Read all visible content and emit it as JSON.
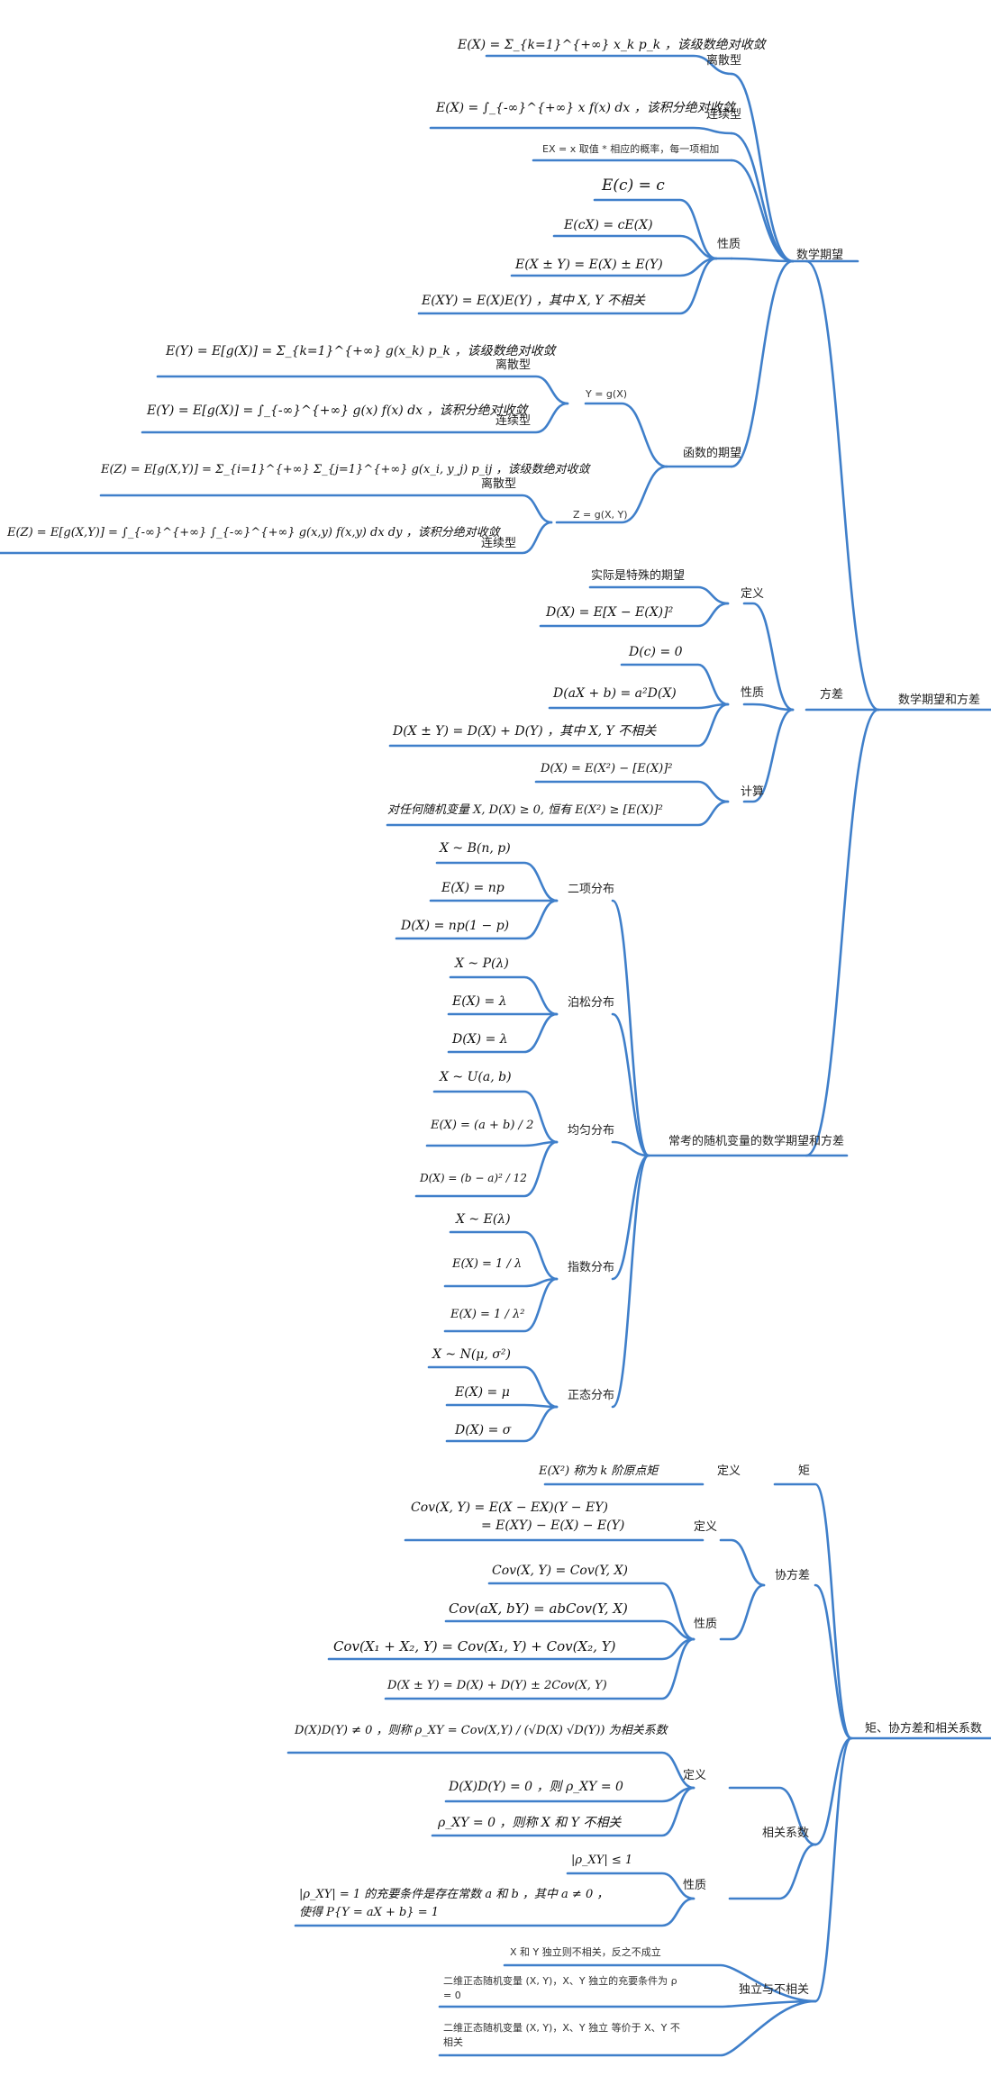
{
  "texts": {
    "root": "数学期望和方差",
    "n_exp": "数学期望",
    "n_exp_discrete": "离散型",
    "n_exp_continuous": "连续型",
    "f_exp_discrete": "E(X) = Σ_{k=1}^{+∞} x_k p_k ，该级数绝对收敛",
    "f_exp_continuous": "E(X) = ∫_{-∞}^{+∞} x f(x) dx ，该积分绝对收敛",
    "t_exp_plain": "EX = x 取值 * 相应的概率，每一项相加",
    "n_exp_prop": "性质",
    "f_prop_1": "E(c) = c",
    "f_prop_2": "E(cX) = cE(X)",
    "f_prop_3": "E(X ± Y) = E(X) ± E(Y)",
    "f_prop_4": "E(XY) = E(X)E(Y) ，其中 X, Y 不相关",
    "n_func": "函数的期望",
    "n_func_y": "Y = g(X)",
    "n_func_y_discrete": "离散型",
    "n_func_y_continuous": "连续型",
    "f_func_y_discrete": "E(Y) = E[g(X)] = Σ_{k=1}^{+∞} g(x_k) p_k ，该级数绝对收敛",
    "f_func_y_continuous": "E(Y) = E[g(X)] = ∫_{-∞}^{+∞} g(x) f(x) dx ，该积分绝对收敛",
    "n_func_z": "Z = g(X, Y)",
    "n_func_z_discrete": "离散型",
    "n_func_z_continuous": "连续型",
    "f_func_z_discrete": "E(Z) = E[g(X,Y)] = Σ_{i=1}^{+∞} Σ_{j=1}^{+∞} g(x_i, y_j) p_ij ，该级数绝对收敛",
    "f_func_z_continuous": "E(Z) = E[g(X,Y)] = ∫_{-∞}^{+∞} ∫_{-∞}^{+∞} g(x,y) f(x,y) dx dy ，该积分绝对收敛",
    "n_var": "方差",
    "n_var_def": "定义",
    "t_var_def_text": "实际是特殊的期望",
    "f_var_def": "D(X) = E[X − E(X)]²",
    "n_var_prop": "性质",
    "f_var_prop_1": "D(c) = 0",
    "f_var_prop_2": "D(aX + b) = a²D(X)",
    "f_var_prop_3": "D(X ± Y) = D(X) + D(Y) ，其中 X, Y 不相关",
    "n_var_calc": "计算",
    "f_var_calc_1": "D(X) = E(X²) − [E(X)]²",
    "f_var_calc_2": "对任何随机变量 X, D(X) ≥ 0, 恒有 E(X²) ≥ [E(X)]²",
    "n_common": "常考的随机变量的数学期望和方差",
    "n_binom": "二项分布",
    "f_binom_1": "X ~ B(n, p)",
    "f_binom_2": "E(X) = np",
    "f_binom_3": "D(X) = np(1 − p)",
    "n_poisson": "泊松分布",
    "f_poisson_1": "X ~ P(λ)",
    "f_poisson_2": "E(X) = λ",
    "f_poisson_3": "D(X) = λ",
    "n_uniform": "均匀分布",
    "f_uniform_1": "X ~ U(a, b)",
    "f_uniform_2": "E(X) = (a + b) / 2",
    "f_uniform_3": "D(X) = (b − a)² / 12",
    "n_expo": "指数分布",
    "f_expo_1": "X ~ E(λ)",
    "f_expo_2": "E(X) = 1 / λ",
    "f_expo_3": "E(X) = 1 / λ²",
    "n_normal": "正态分布",
    "f_normal_1": "X ~ N(μ, σ²)",
    "f_normal_2": "E(X) = μ",
    "f_normal_3": "D(X) = σ",
    "root2": "矩、协方差和相关系数",
    "n_moment": "矩",
    "n_moment_def": "定义",
    "f_moment_def": "E(X²) 称为 k 阶原点矩",
    "n_cov": "协方差",
    "n_cov_def": "定义",
    "f_cov_def_1": "Cov(X, Y) = E(X − EX)(Y − EY)",
    "f_cov_def_2": "= E(XY) − E(X) − E(Y)",
    "n_cov_prop": "性质",
    "f_cov_prop_1": "Cov(X, Y) = Cov(Y, X)",
    "f_cov_prop_2": "Cov(aX, bY) = abCov(Y, X)",
    "f_cov_prop_3": "Cov(X₁ + X₂, Y) = Cov(X₁, Y) + Cov(X₂, Y)",
    "f_cov_prop_4": "D(X ± Y) = D(X) + D(Y) ± 2Cov(X, Y)",
    "n_corr": "相关系数",
    "n_corr_def": "定义",
    "f_corr_def_1": "D(X)D(Y) ≠ 0 ，则称 ρ_XY = Cov(X,Y) / (√D(X) √D(Y)) 为相关系数",
    "f_corr_def_2": "D(X)D(Y) = 0 ，则 ρ_XY = 0",
    "f_corr_def_3": "ρ_XY = 0 ，则称 X 和 Y 不相关",
    "n_corr_prop": "性质",
    "f_corr_prop_1": "|ρ_XY| ≤ 1",
    "f_corr_prop_2a": "|ρ_XY| = 1 的充要条件是存在常数 a 和 b ，其中 a ≠ 0 ，",
    "f_corr_prop_2b": "使得 P{Y = aX + b} = 1",
    "n_indep": "独立与不相关",
    "t_indep_1": "X 和 Y 独立则不相关，反之不成立",
    "t_indep_2": "二维正态随机变量 (X, Y)，X、Y 独立的充要条件为 ρ = 0",
    "t_indep_3": "二维正态随机变量 (X, Y)，X、Y 独立 等价于 X、Y 不相关"
  },
  "colors": {
    "edge": "#3f7fca",
    "text": "#222222",
    "background": "#ffffff"
  }
}
